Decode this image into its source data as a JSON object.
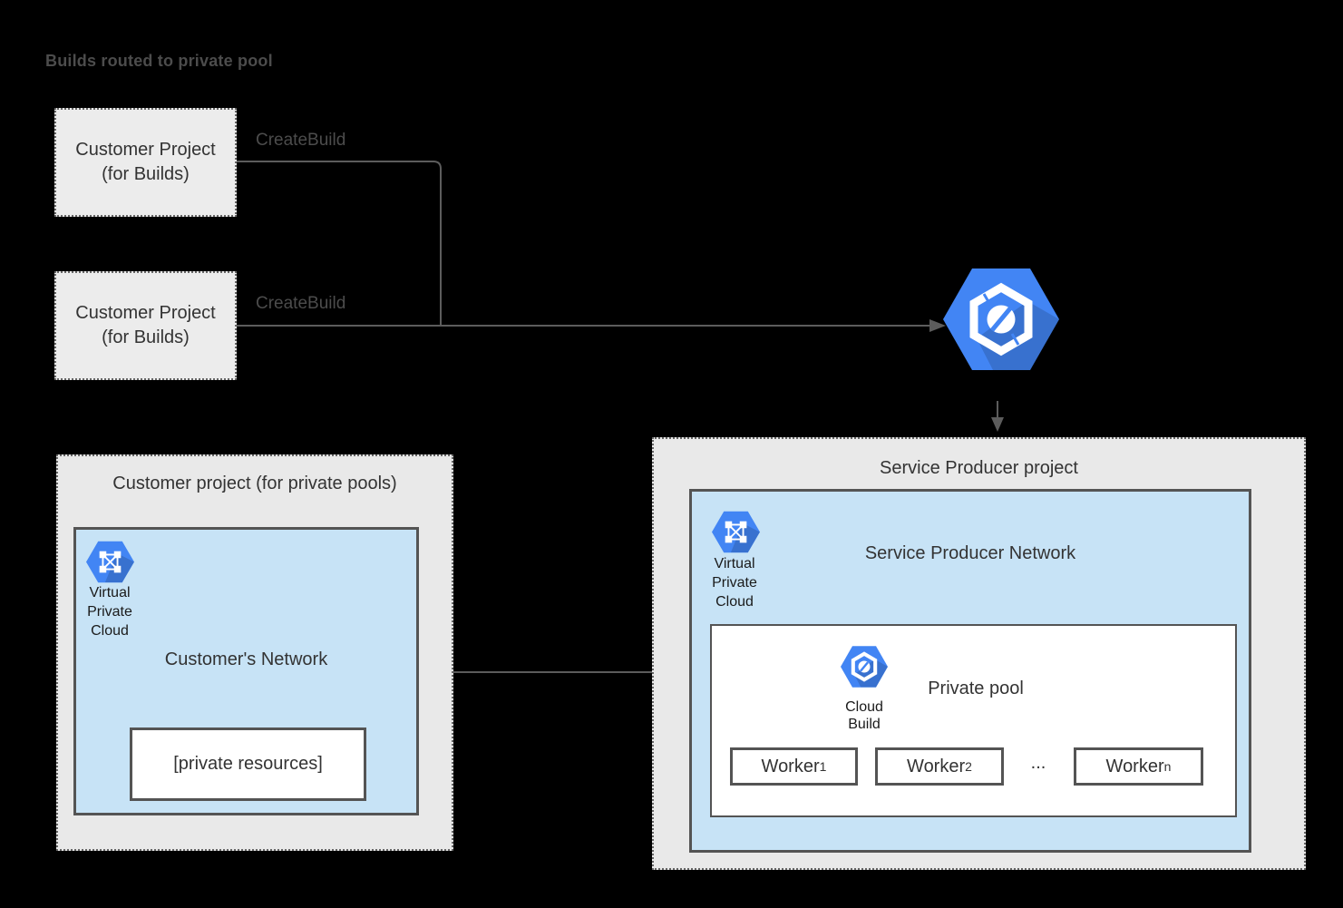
{
  "title": "Builds routed to private pool",
  "icons": {
    "cloud_build": "cloud-build-icon",
    "vpc": "vpc-icon",
    "arrows": [
      "createbuild-merge-connector",
      "createbuild-to-cloudbuild-arrow",
      "cloudbuild-to-producer-arrow",
      "network-peering-arrow"
    ]
  },
  "colors": {
    "google_blue": "#4285F4",
    "icon_shadow": "#2F63C4",
    "network_blue": "#C7E3F6",
    "project_gray": "#E9E9E9",
    "border_dark": "#545454",
    "connector_gray": "#5C5C5C",
    "label_dark": "#333333",
    "label_gray": "#4C4C4C",
    "background": "#000000"
  },
  "build_projects": [
    {
      "line1": "Customer Project",
      "line2": "(for Builds)",
      "connector_label": "CreateBuild"
    },
    {
      "line1": "Customer Project",
      "line2": "(for Builds)",
      "connector_label": "CreateBuild"
    }
  ],
  "customer_pool_project": {
    "title": "Customer project (for private pools)",
    "network": {
      "title": "Customer's Network",
      "vpc_label": [
        "Virtual",
        "Private",
        "Cloud"
      ],
      "resources_label": "[private resources]"
    }
  },
  "service_producer_project": {
    "title": "Service Producer project",
    "network": {
      "title": "Service Producer Network",
      "vpc_label": [
        "Virtual",
        "Private",
        "Cloud"
      ],
      "private_pool": {
        "title": "Private pool",
        "icon_label": [
          "Cloud",
          "Build"
        ],
        "workers": [
          {
            "base": "Worker",
            "sub": "1"
          },
          {
            "base": "Worker",
            "sub": "2"
          },
          {
            "base": "Worker",
            "sub": "n"
          }
        ],
        "ellipsis": "..."
      }
    }
  }
}
